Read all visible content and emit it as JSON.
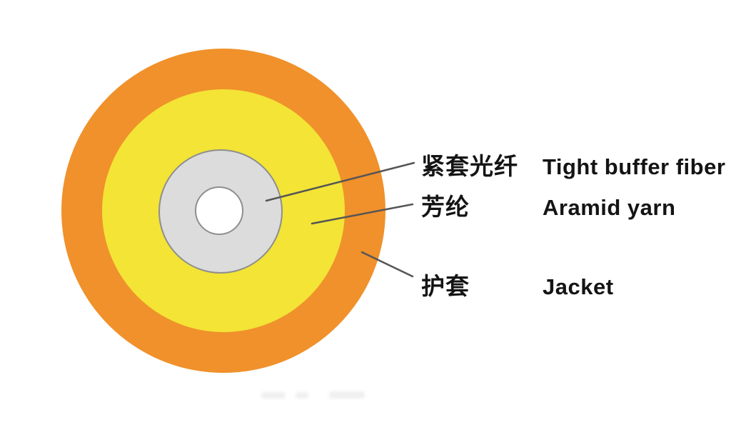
{
  "labels": [
    {
      "cn": "紧套光纤",
      "en": "Tight buffer fiber"
    },
    {
      "cn": "芳纶",
      "en": "Aramid yarn"
    },
    {
      "cn": "护套",
      "en": "Jacket"
    }
  ],
  "layers": [
    {
      "name_cn": "护套",
      "name_en": "Jacket",
      "color": "#F0912B"
    },
    {
      "name_cn": "芳纶",
      "name_en": "Aramid yarn",
      "color": "#F3E436"
    },
    {
      "name_cn": "紧套光纤",
      "name_en": "Tight buffer fiber",
      "color": "#DCDCDC"
    }
  ],
  "colors": {
    "jacket": "#F0912B",
    "aramid": "#F3E436",
    "buffer": "#DCDCDC",
    "buffer_border": "#8E8E8E",
    "fiber": "#FFFFFF",
    "line": "#555555",
    "text": "#141414",
    "background": "#FFFFFF"
  }
}
